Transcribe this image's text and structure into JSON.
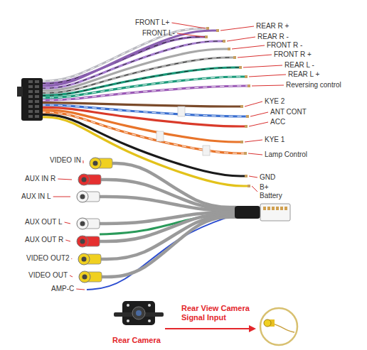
{
  "diagram": {
    "labels": [
      "FRONT L+",
      "FRONT L-",
      "REAR R +",
      "REAR R -",
      "FRONT R -",
      "FRONT R +",
      "REAR L -",
      "REAR L +",
      "Reversing control",
      "KYE 2",
      "ANT CONT",
      "ACC",
      "KYE 1",
      "Lamp Control",
      "GND",
      "B+ Battery",
      "VIDEO IN",
      "AUX IN R",
      "AUX IN L",
      "AUX OUT L",
      "AUX OUT R",
      "VIDEO OUT2",
      "VIDEO OUT",
      "AMP-C",
      "Rear View Camera Signal Input",
      "Rear Camera"
    ]
  }
}
